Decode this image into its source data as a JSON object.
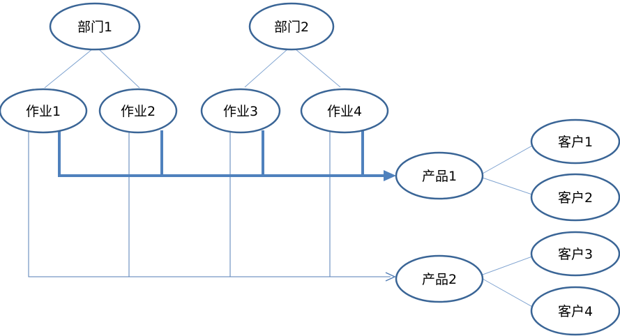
{
  "diagram": {
    "type": "flow-diagram",
    "description": "Cost flow diagram: departments feed activities, activities feed products, products serve customers",
    "colors": {
      "node_border": "#3A6596",
      "thick_flow": "#4F81BD",
      "thin_flow": "#537EB5",
      "diagonal_link": "#7FA3D0",
      "node_fill": "#FFFFFF",
      "label_text": "#000000"
    },
    "nodes": {
      "dept1": {
        "label": "部门1"
      },
      "dept2": {
        "label": "部门2"
      },
      "job1": {
        "label": "作业1"
      },
      "job2": {
        "label": "作业2"
      },
      "job3": {
        "label": "作业3"
      },
      "job4": {
        "label": "作业4"
      },
      "product1": {
        "label": "产品1"
      },
      "product2": {
        "label": "产品2"
      },
      "customer1": {
        "label": "客户1"
      },
      "customer2": {
        "label": "客户2"
      },
      "customer3": {
        "label": "客户3"
      },
      "customer4": {
        "label": "客户4"
      }
    },
    "edges": [
      {
        "from": "dept1",
        "to": "job1",
        "style": "thin-diagonal"
      },
      {
        "from": "dept1",
        "to": "job2",
        "style": "thin-diagonal"
      },
      {
        "from": "dept2",
        "to": "job3",
        "style": "thin-diagonal"
      },
      {
        "from": "dept2",
        "to": "job4",
        "style": "thin-diagonal"
      },
      {
        "from": "job1",
        "to": "product1",
        "style": "thick"
      },
      {
        "from": "job2",
        "to": "product1",
        "style": "thick"
      },
      {
        "from": "job3",
        "to": "product1",
        "style": "thick"
      },
      {
        "from": "job4",
        "to": "product1",
        "style": "thick",
        "arrow": true
      },
      {
        "from": "job1",
        "to": "product2",
        "style": "thin"
      },
      {
        "from": "job2",
        "to": "product2",
        "style": "thin"
      },
      {
        "from": "job3",
        "to": "product2",
        "style": "thin"
      },
      {
        "from": "job4",
        "to": "product2",
        "style": "thin",
        "arrow": true
      },
      {
        "from": "product1",
        "to": "customer1",
        "style": "thin-diagonal"
      },
      {
        "from": "product1",
        "to": "customer2",
        "style": "thin-diagonal"
      },
      {
        "from": "product2",
        "to": "customer3",
        "style": "thin-diagonal"
      },
      {
        "from": "product2",
        "to": "customer4",
        "style": "thin-diagonal"
      }
    ]
  }
}
